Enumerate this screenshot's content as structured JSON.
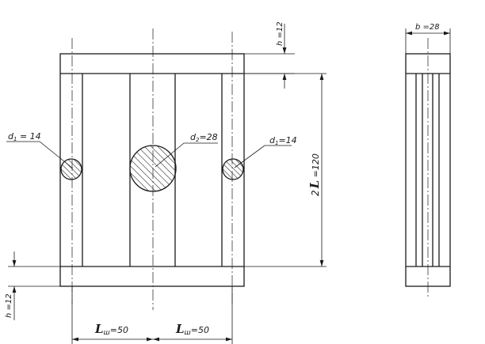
{
  "labels": {
    "d1_left": "d",
    "d1_left_sub": "1",
    "d1_left_value": " = 14",
    "d2": "d",
    "d2_sub": "2",
    "d2_value": "=28",
    "d1_right": "d",
    "d1_right_sub": "1",
    "d1_right_value": "=14",
    "h_top": "h =12",
    "h_bottom": "h =12",
    "L_factor": "2",
    "L_symbol": "L",
    "L_value": " =120",
    "Lsh_left_symbol": "L",
    "Lsh_left_sub": "ш",
    "Lsh_left_value": "=50",
    "Lsh_right_symbol": "L",
    "Lsh_right_sub": "ш",
    "Lsh_right_value": "=50",
    "b_side": "b =28"
  }
}
